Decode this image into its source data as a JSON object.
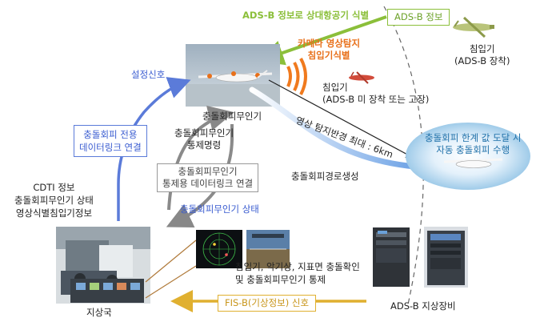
{
  "labels": {
    "ads_b_id": "ADS-B 정보로 상대항공기 식별",
    "ads_b_info": "ADS-B 정보",
    "intruder_equipped": "침입기\n(ADS-B 장착)",
    "camera_detect": "카메라 영상탐지\n침입기식별",
    "intruder_unequipped": "침입기\n(ADS-B 미 장착 또는 고장)",
    "setting_signal": "설정신호",
    "uav_name": "충돌회피무인기",
    "datalink_box": "충돌회피 전용\n데이터링크 연결",
    "uav_command": "충돌회피무인기\n통제명령",
    "detect_range": "영상 탐지반경 최대 : 6km",
    "threshold": "충돌회피 한계 값 도달 시\n자동 충돌회피 수행",
    "path_gen": "충돌회피경로생성",
    "control_datalink": "충돌회피무인기\n통제용 데이터링크 연결",
    "uav_status": "충돌회피무인기 상태",
    "cdti": "CDTI 정보\n충돌회피무인기 상태\n영상식별침입기정보",
    "ground_control": "침입기, 악기상, 지표면 충돌확인\n및 충돌회피무인기 통제",
    "ground_station": "지상국",
    "fis_b": "FIS-B(기상정보) 신호",
    "adsb_ground": "ADS-B 지상장비"
  },
  "colors": {
    "green": "#8bbf3a",
    "blue": "#3a5cd0",
    "orange": "#e8701a",
    "gold": "#e0b030",
    "gray": "#8a8a8a"
  }
}
